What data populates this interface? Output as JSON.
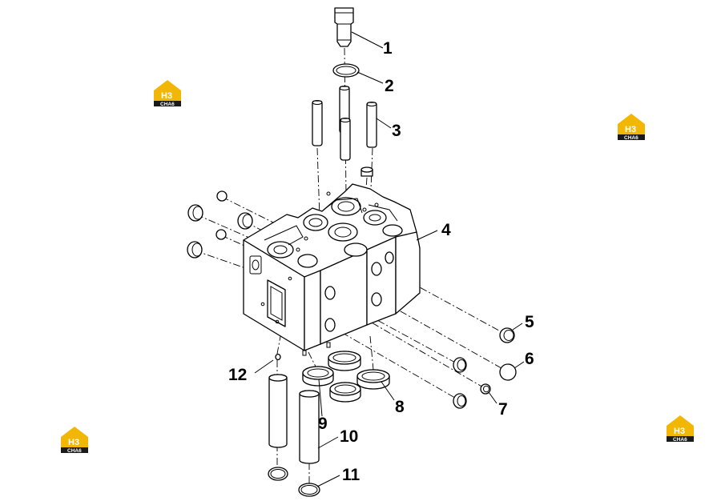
{
  "diagram": {
    "callouts": [
      "1",
      "2",
      "3",
      "4",
      "5",
      "6",
      "7",
      "8",
      "9",
      "10",
      "11",
      "12"
    ]
  },
  "watermark": {
    "brand_mark": "H3",
    "brand_text": "CHA6",
    "brand_color": "#f2b705",
    "logo_icon": "house-logo-icon"
  }
}
